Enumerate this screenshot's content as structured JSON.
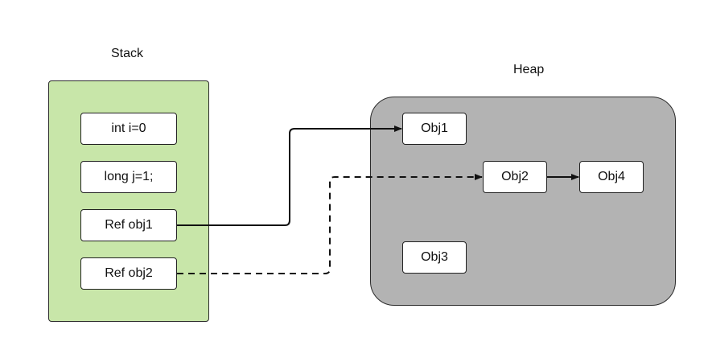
{
  "colors": {
    "stack_fill": "#c8e6a9",
    "heap_fill": "#b3b3b3",
    "node_fill": "#ffffff",
    "stroke": "#111111"
  },
  "stack": {
    "title": "Stack",
    "items": [
      "int i=0",
      "long j=1;",
      "Ref obj1",
      "Ref obj2"
    ]
  },
  "heap": {
    "title": "Heap",
    "objects": {
      "obj1": "Obj1",
      "obj2": "Obj2",
      "obj3": "Obj3",
      "obj4": "Obj4"
    }
  },
  "edges": [
    {
      "from": "Ref obj1",
      "to": "Obj1",
      "style": "solid"
    },
    {
      "from": "Ref obj2",
      "to": "Obj2",
      "style": "dashed"
    },
    {
      "from": "Obj2",
      "to": "Obj4",
      "style": "solid"
    }
  ]
}
